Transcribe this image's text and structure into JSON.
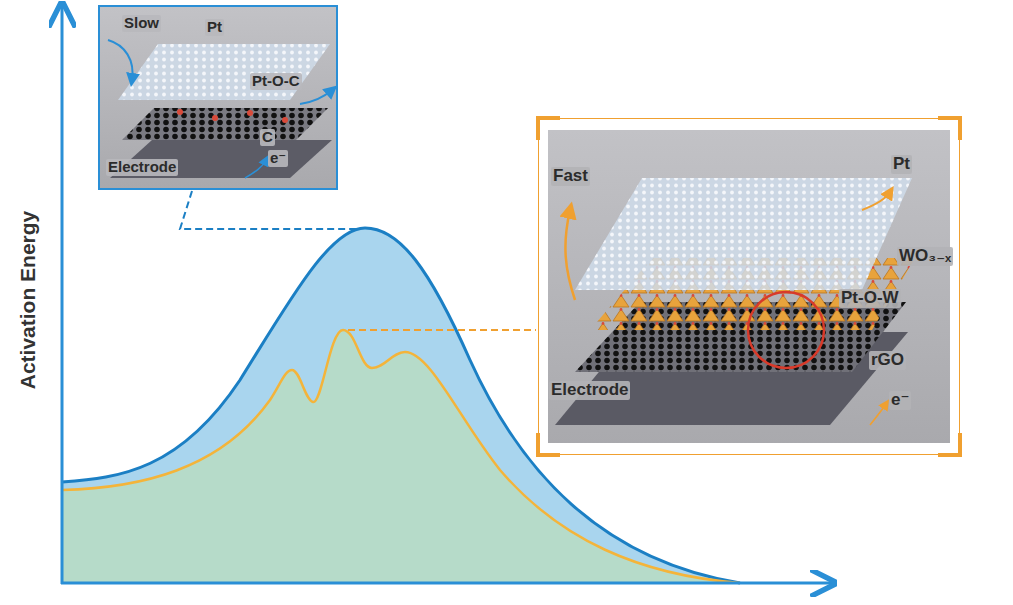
{
  "diagram": {
    "nodes": [
      {
        "text": [
          "Slow",
          "Pt",
          "Pt-O-C",
          "C",
          "Electrode",
          "e⁻"
        ]
      },
      {
        "text": [
          "Fast",
          "Pt",
          "WO₃₋ₓ",
          "Pt-O-W",
          "rGO",
          "Electrode",
          "e⁻"
        ]
      }
    ],
    "labels": [
      "Activation Energy"
    ]
  }
}
